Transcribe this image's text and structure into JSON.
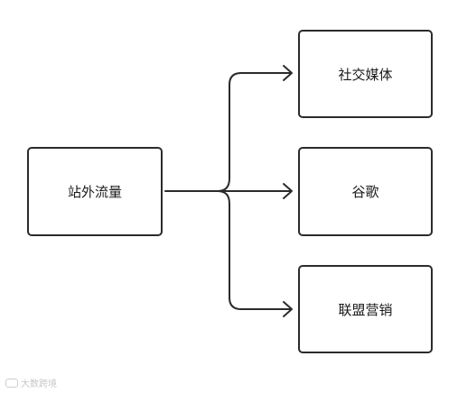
{
  "diagram": {
    "root": {
      "label": "站外流量"
    },
    "branches": [
      {
        "label": "社交媒体"
      },
      {
        "label": "谷歌"
      },
      {
        "label": "联盟营销"
      }
    ]
  },
  "watermark": {
    "text": "大数跨境"
  },
  "colors": {
    "stroke": "#2b2b2b",
    "fill": "#ffffff",
    "text": "#1a1a1a"
  }
}
